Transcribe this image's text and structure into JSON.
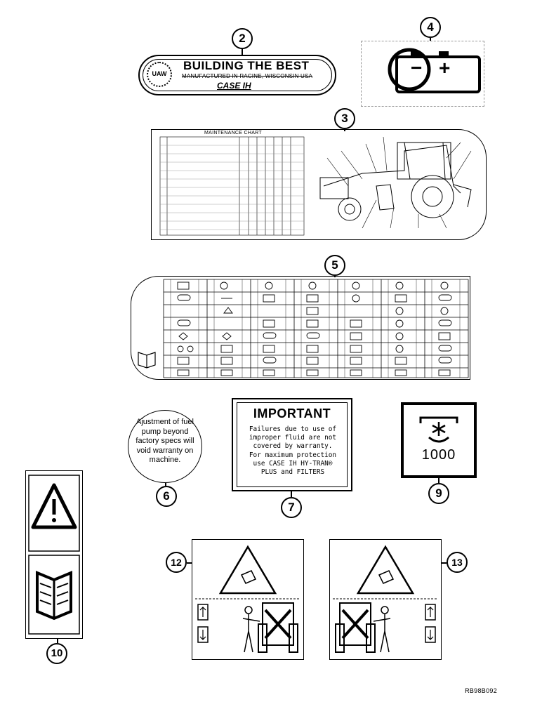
{
  "callouts": {
    "c2": "2",
    "c3": "3",
    "c4": "4",
    "c5": "5",
    "c6": "6",
    "c7": "7",
    "c9": "9",
    "c10": "10",
    "c12": "12",
    "c13": "13"
  },
  "decal2": {
    "logo_text": "UAW",
    "title": "BUILDING THE BEST",
    "subtitle": "MANUFACTURED IN RACINE, WISCONSIN USA",
    "brand": "CASE IH"
  },
  "decal4": {
    "minus": "−",
    "plus": "+"
  },
  "decal3": {
    "title": "MAINTENANCE CHART"
  },
  "decal6": {
    "text": "Ajustment of fuel pump beyond factory specs will void warranty on machine."
  },
  "decal7": {
    "title": "IMPORTANT",
    "body_lines": [
      "Failures due to use of",
      "improper fluid are not",
      "covered by warranty.",
      "For maximum protection",
      "use CASE IH HY-TRAN®",
      "PLUS and FILTERS"
    ]
  },
  "decal9": {
    "value": "1000"
  },
  "reference": "RB98B092"
}
